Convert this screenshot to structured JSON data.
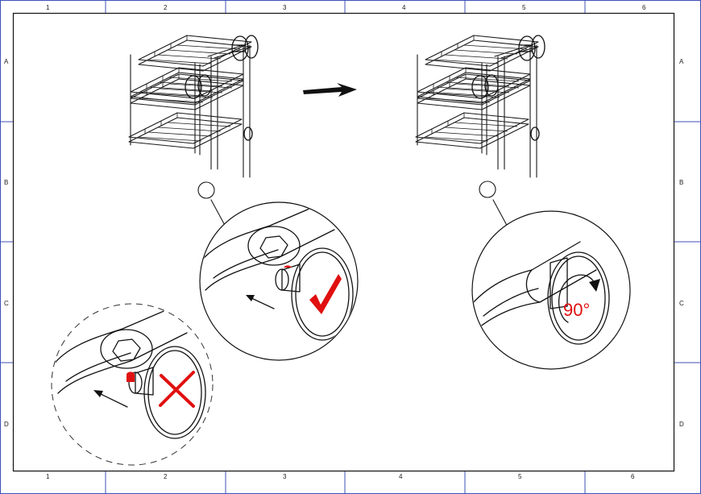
{
  "frame": {
    "columns": [
      "1",
      "2",
      "3",
      "4",
      "5",
      "6"
    ],
    "rows": [
      "A",
      "B",
      "C",
      "D"
    ],
    "border_color": "#3f51b5"
  },
  "callouts": {
    "rotation_label": "90°",
    "ok_mark": "check",
    "wrong_mark": "cross",
    "mark_color": "#e01010"
  }
}
